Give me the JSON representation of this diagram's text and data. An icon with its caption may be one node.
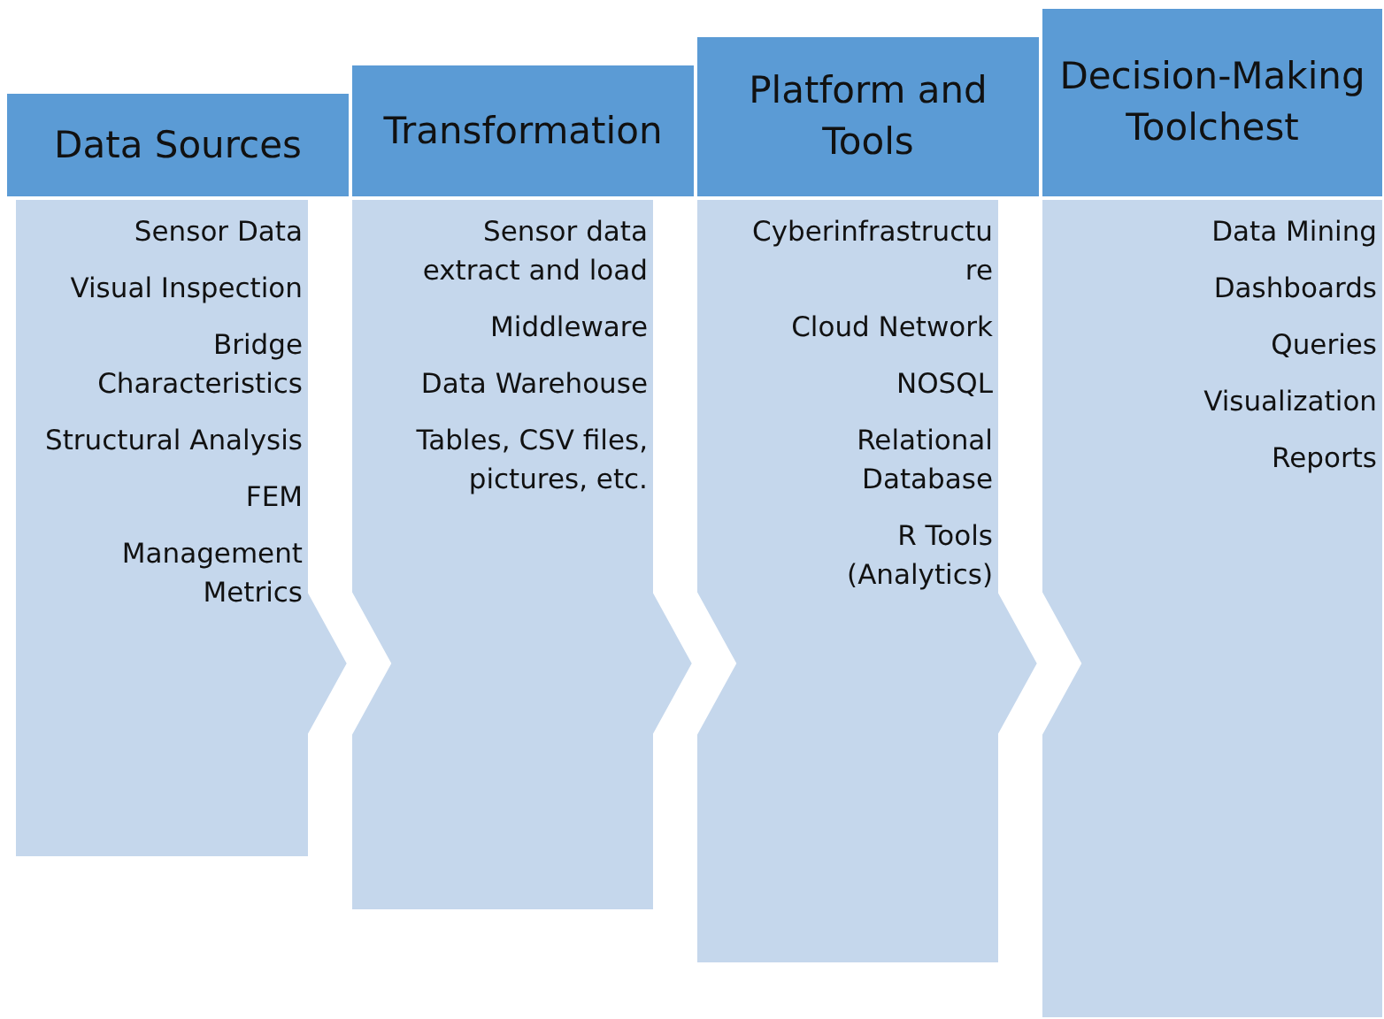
{
  "diagram": {
    "nodes": [
      {
        "text": [
          "Data Sources",
          "Sensor Data",
          "Visual Inspection",
          "Bridge Characteristics",
          "Structural Analysis",
          "FEM",
          "Management Metrics"
        ]
      },
      {
        "text": [
          "Transformation",
          "Sensor data extract and load",
          "Middleware",
          "Data Warehouse",
          "Tables, CSV files, pictures, etc."
        ]
      },
      {
        "text": [
          "Platform and Tools",
          "Cyberinfrastructure",
          "Cloud Network",
          "NOSQL",
          "Relational Database",
          "R Tools (Analytics)"
        ]
      },
      {
        "text": [
          "Decision-Making Toolchest",
          "Data Mining",
          "Dashboards",
          "Queries",
          "Visualization",
          "Reports"
        ]
      }
    ],
    "edges": []
  }
}
